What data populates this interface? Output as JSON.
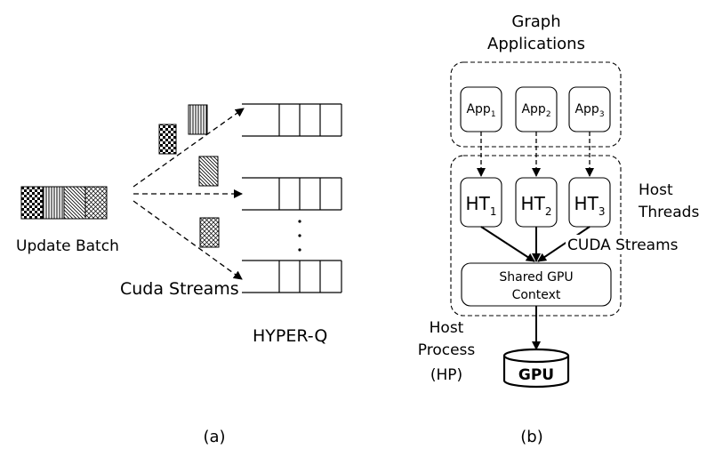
{
  "panel_a": {
    "update_batch_label": "Update Batch",
    "cuda_streams_label": "Cuda Streams",
    "hyperq_label": "HYPER-Q",
    "vertical_ellipsis": "·",
    "caption": "(a)"
  },
  "panel_b": {
    "graph_apps_line1": "Graph",
    "graph_apps_line2": "Applications",
    "apps": [
      {
        "base": "App",
        "sub": "1"
      },
      {
        "base": "App",
        "sub": "2"
      },
      {
        "base": "App",
        "sub": "3"
      }
    ],
    "host_threads": [
      {
        "base": "HT",
        "sub": "1"
      },
      {
        "base": "HT",
        "sub": "2"
      },
      {
        "base": "HT",
        "sub": "3"
      }
    ],
    "host_threads_line1": "Host",
    "host_threads_line2": "Threads",
    "cuda_streams_label": "CUDA Streams",
    "shared_ctx_line1": "Shared GPU",
    "shared_ctx_line2": "Context",
    "host_process_line1": "Host",
    "host_process_line2": "Process",
    "host_process_line3": "(HP)",
    "gpu_label": "GPU",
    "caption": "(b)"
  }
}
